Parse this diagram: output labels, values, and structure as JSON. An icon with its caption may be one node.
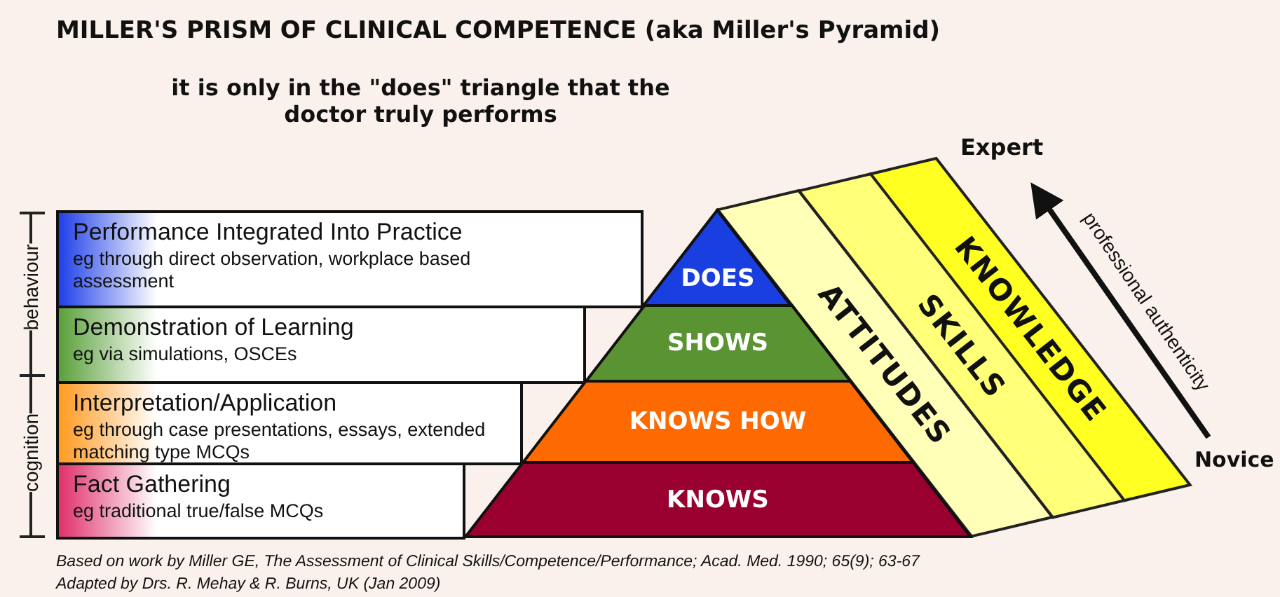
{
  "diagram": {
    "title": "MILLER'S PRISM OF CLINICAL COMPETENCE (aka Miller's Pyramid)",
    "caption": "Based on work by Miller GE, The Assessment of Clinical Skills/Competence/Performance; Acad. Med. 1990; 65(9); 63-67",
    "nodes": [
      {
        "text": [
          "Performance Integrated Into Practice",
          "eg through direct observation, workplace based assessment"
        ]
      },
      {
        "text": [
          "Demonstration of Learning",
          "eg via simulations, OSCEs"
        ]
      },
      {
        "text": [
          "Interpretation/Application",
          "eg through case presentations, essays, extended matching type MCQs"
        ]
      },
      {
        "text": [
          "Fact Gathering",
          "eg traditional true/false MCQs"
        ]
      },
      {
        "text": [
          "DOES"
        ]
      },
      {
        "text": [
          "SHOWS"
        ]
      },
      {
        "text": [
          "KNOWS HOW"
        ]
      },
      {
        "text": [
          "KNOWS"
        ]
      },
      {
        "text": [
          "ATTITUDES"
        ]
      },
      {
        "text": [
          "SKILLS"
        ]
      },
      {
        "text": [
          "KNOWLEDGE"
        ]
      }
    ],
    "edges": [],
    "labels": [
      "it is only in the \"does\" triangle that the doctor truly performs",
      "Expert",
      "behaviour",
      "professional authenticity",
      "cognition",
      "Novice",
      "Adapted by Drs. R. Mehay & R. Burns, UK (Jan 2009)"
    ]
  }
}
